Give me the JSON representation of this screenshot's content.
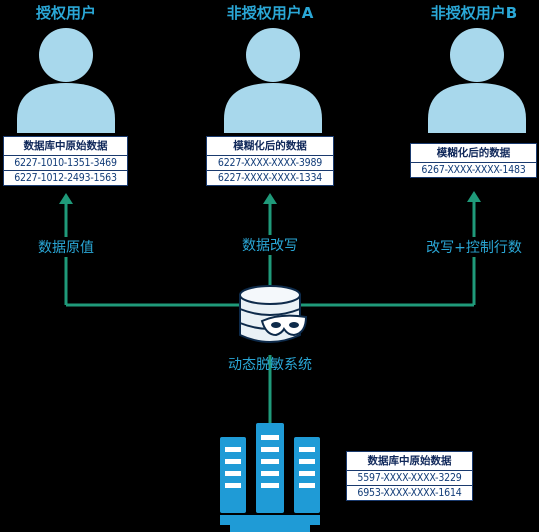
{
  "users": [
    {
      "title": "授权用户",
      "box_header": "数据库中原始数据",
      "rows": [
        "6227-1010-1351-3469",
        "6227-1012-2493-1563"
      ],
      "flow_label": "数据原值"
    },
    {
      "title": "非授权用户A",
      "box_header": "模糊化后的数据",
      "rows": [
        "6227-XXXX-XXXX-3989",
        "6227-XXXX-XXXX-1334"
      ],
      "flow_label": "数据改写"
    },
    {
      "title": "非授权用户B",
      "box_header": "模糊化后的数据",
      "rows": [
        "6267-XXXX-XXXX-1483"
      ],
      "flow_label": "改写+控制行数"
    }
  ],
  "system_label": "动态脱敏系统",
  "server_box": {
    "header": "数据库中原始数据",
    "rows": [
      "5597-XXXX-XXXX-3229",
      "6953-XXXX-XXXX-1614"
    ]
  },
  "colors": {
    "line": "#1f9a7a",
    "user": "#a8d8ec",
    "accent": "#2aa7d6",
    "server": "#1f9bd6"
  }
}
